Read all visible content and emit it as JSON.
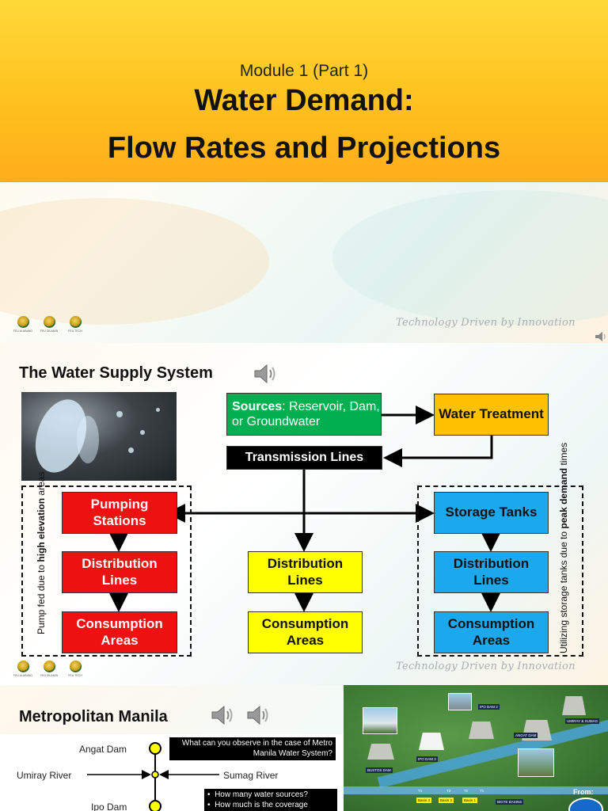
{
  "slide1": {
    "module": "Module 1 (Part 1)",
    "title_line1": "Water Demand:",
    "title_line2": "Flow Rates and Projections",
    "seals": [
      "FEU ALABANG",
      "FEU DILIMAN",
      "FEU TECH"
    ],
    "tagline": "Technology Driven by Innovation"
  },
  "slide2": {
    "title": "The Water Supply System",
    "sources_bold": "Sources",
    "sources_rest": ": Reservoir, Dam, or Groundwater",
    "water_treatment": "Water Treatment",
    "transmission": "Transmission Lines",
    "left": {
      "pumping": "Pumping Stations",
      "distribution": "Distribution Lines",
      "consumption": "Consumption Areas",
      "side_pre": "Pump fed due to ",
      "side_bold": "high elevation",
      "side_post": " areas"
    },
    "center": {
      "distribution": "Distribution Lines",
      "consumption": "Consumption Areas"
    },
    "right": {
      "storage": "Storage Tanks",
      "distribution": "Distribution Lines",
      "consumption": "Consumption Areas",
      "side_pre": "Utilizing storage tanks due to ",
      "side_bold": "peak demand",
      "side_post": " times"
    },
    "seals": [
      "FEU ALABANG",
      "FEU DILIMAN",
      "FEU TECH"
    ],
    "tagline": "Technology Driven by Innovation"
  },
  "slide3": {
    "title": "Metropolitan Manila",
    "angat": "Angat Dam",
    "umiray": "Umiray River",
    "sumag": "Sumag River",
    "ipo": "Ipo Dam",
    "question": "What can you observe in the case of Metro Manila Water System?",
    "bullets": [
      "How many water sources?",
      "How much is the coverage"
    ],
    "map_labels": [
      "IPO DAM 2",
      "UMIRAY & SUMAG",
      "ANGAT DAM",
      "IPO DAM 3",
      "BUSTOS DAM",
      "Basin 3",
      "Basin 2",
      "Basin 1",
      "BIGTE BASINS",
      "T4",
      "T3",
      "T2",
      "T1"
    ],
    "map_from": "From:"
  },
  "colors": {
    "red": "#ee1111",
    "yellow": "#ffff00",
    "blue": "#1ba8ec",
    "orange": "#ffc000",
    "green": "#00b050",
    "banner": "#ffc21e"
  }
}
